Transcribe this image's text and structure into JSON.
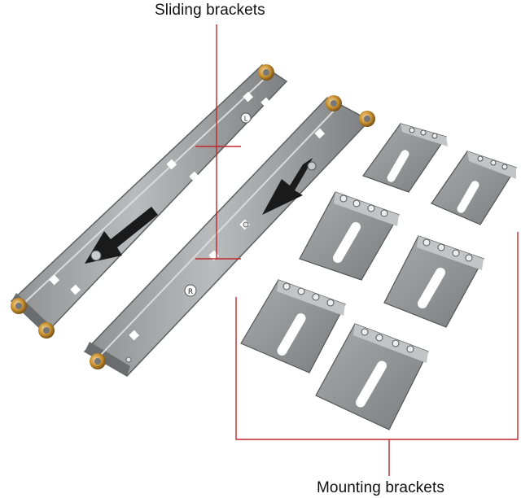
{
  "labels": {
    "sliding_brackets": "Sliding brackets",
    "mounting_brackets": "Mounting brackets"
  },
  "rail_letters": {
    "left": "L",
    "right": "R"
  },
  "colors": {
    "callout_line": "#c0272d",
    "steel": "#a4a6a8",
    "steel_dark": "#6f7173",
    "brass": "#c8902e",
    "arrow": "#1a1a1a"
  }
}
